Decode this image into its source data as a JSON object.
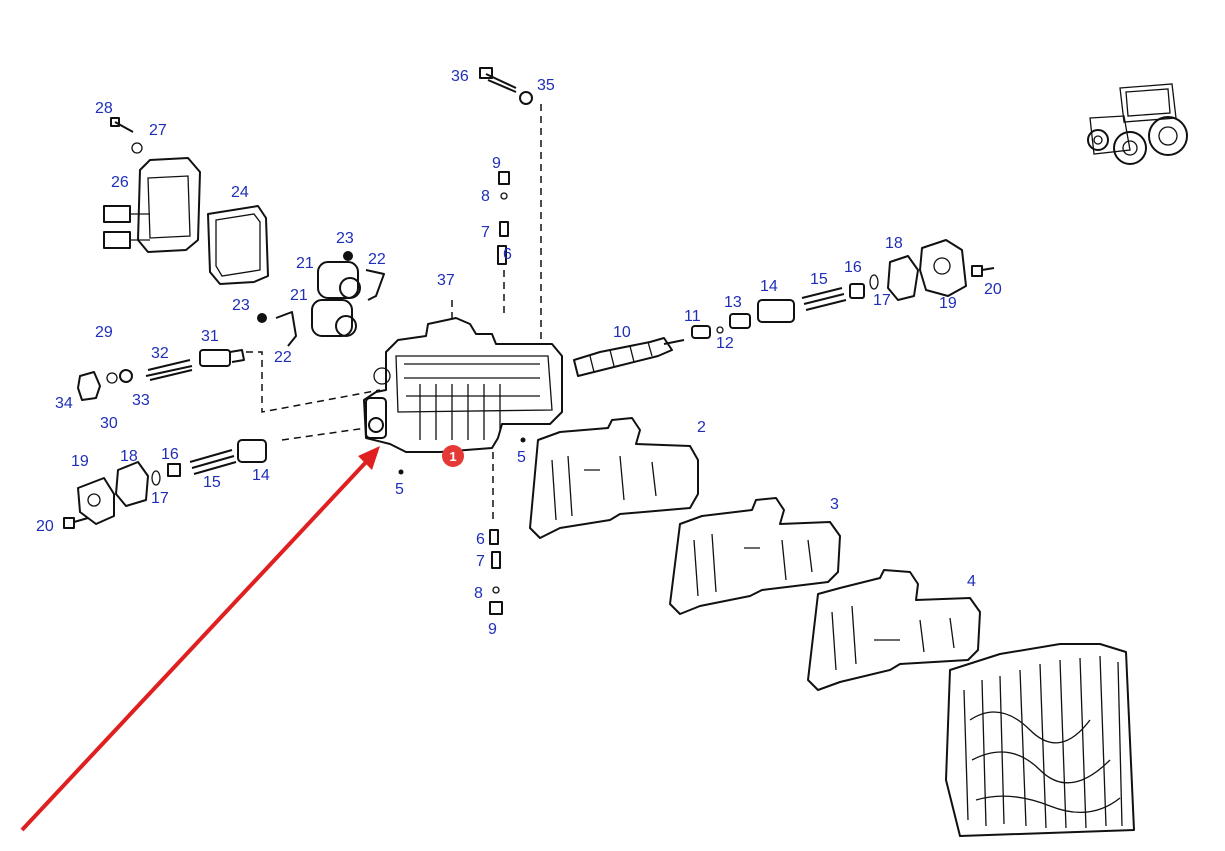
{
  "callouts": {
    "c1": "1",
    "c2": "2",
    "c3": "3",
    "c4": "4",
    "c5a": "5",
    "c5b": "5",
    "c6a": "6",
    "c6b": "6",
    "c7a": "7",
    "c7b": "7",
    "c8a": "8",
    "c8b": "8",
    "c9a": "9",
    "c9b": "9",
    "c10": "10",
    "c11": "11",
    "c12": "12",
    "c13": "13",
    "c14a": "14",
    "c14b": "14",
    "c15a": "15",
    "c15b": "15",
    "c16a": "16",
    "c16b": "16",
    "c17a": "17",
    "c17b": "17",
    "c18a": "18",
    "c18b": "18",
    "c19a": "19",
    "c19b": "19",
    "c20a": "20",
    "c20b": "20",
    "c21a": "21",
    "c21b": "21",
    "c22a": "22",
    "c22b": "22",
    "c23a": "23",
    "c23b": "23",
    "c24": "24",
    "c26": "26",
    "c27": "27",
    "c28": "28",
    "c29": "29",
    "c30": "30",
    "c31": "31",
    "c32": "32",
    "c33": "33",
    "c34": "34",
    "c35": "35",
    "c36": "36",
    "c37": "37"
  },
  "colors": {
    "label": "#1f2fb8",
    "arrow": "#e02020",
    "badge": "#e53935",
    "line": "#111111"
  },
  "icons": [
    "tractor-icon",
    "highlight-arrow-icon"
  ]
}
